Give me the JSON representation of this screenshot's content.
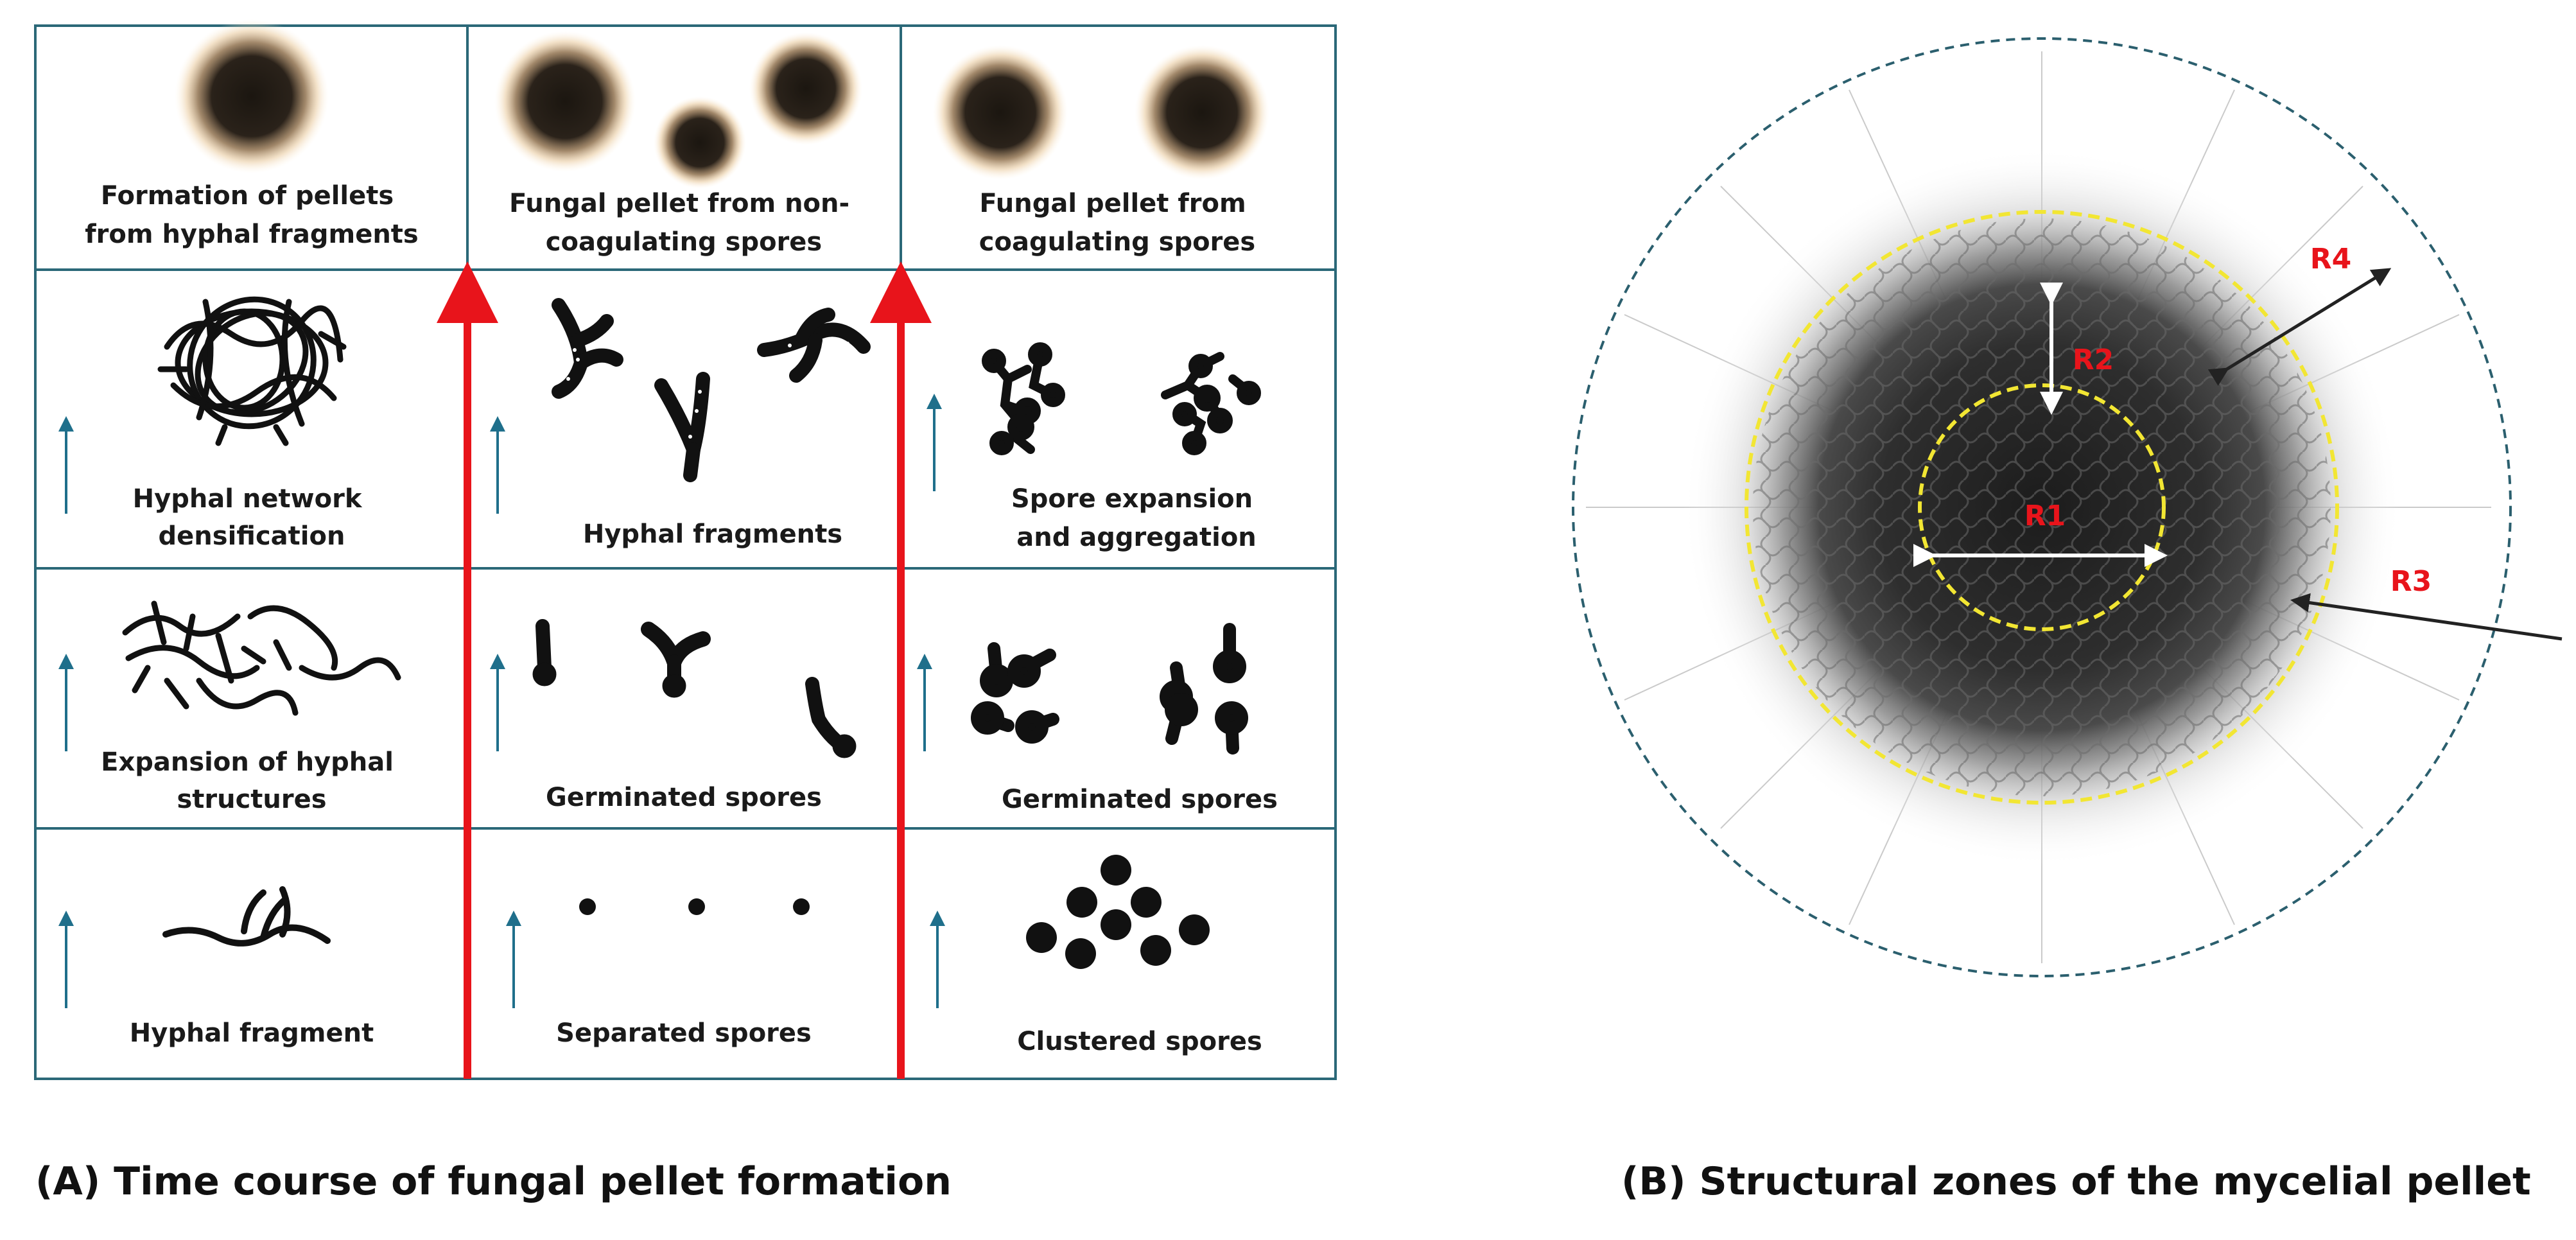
{
  "panel_a": {
    "caption": "(A) Time course of fungal pellet formation",
    "columns": [
      {
        "top": [
          "Formation of pellets",
          "from hyphal fragments"
        ],
        "row1": [
          "Hyphal network",
          "densification"
        ],
        "row2": [
          "Expansion of hyphal",
          "structures"
        ],
        "row3": [
          "Hyphal fragment"
        ]
      },
      {
        "top": [
          "Fungal pellet from non-",
          "coagulating spores"
        ],
        "row1": [
          "Hyphal fragments"
        ],
        "row2": [
          "Germinated spores"
        ],
        "row3": [
          "Separated spores"
        ]
      },
      {
        "top": [
          "Fungal pellet from",
          "coagulating spores"
        ],
        "row1": [
          "Spore expansion",
          "and aggregation"
        ],
        "row2": [
          "Germinated spores"
        ],
        "row3": [
          "Clustered spores"
        ]
      }
    ]
  },
  "panel_b": {
    "caption": "(B) Structural zones of the mycelial pellet",
    "zones": [
      "R1",
      "R2",
      "R3",
      "R4"
    ]
  },
  "colors": {
    "grid": "#2b6878",
    "red_arrow": "#e8141b",
    "small_arrow": "#1f6f8b",
    "zone_circle": "#f2e633",
    "outer_circle": "#2b5f6e",
    "zone_text": "#e8141b"
  }
}
